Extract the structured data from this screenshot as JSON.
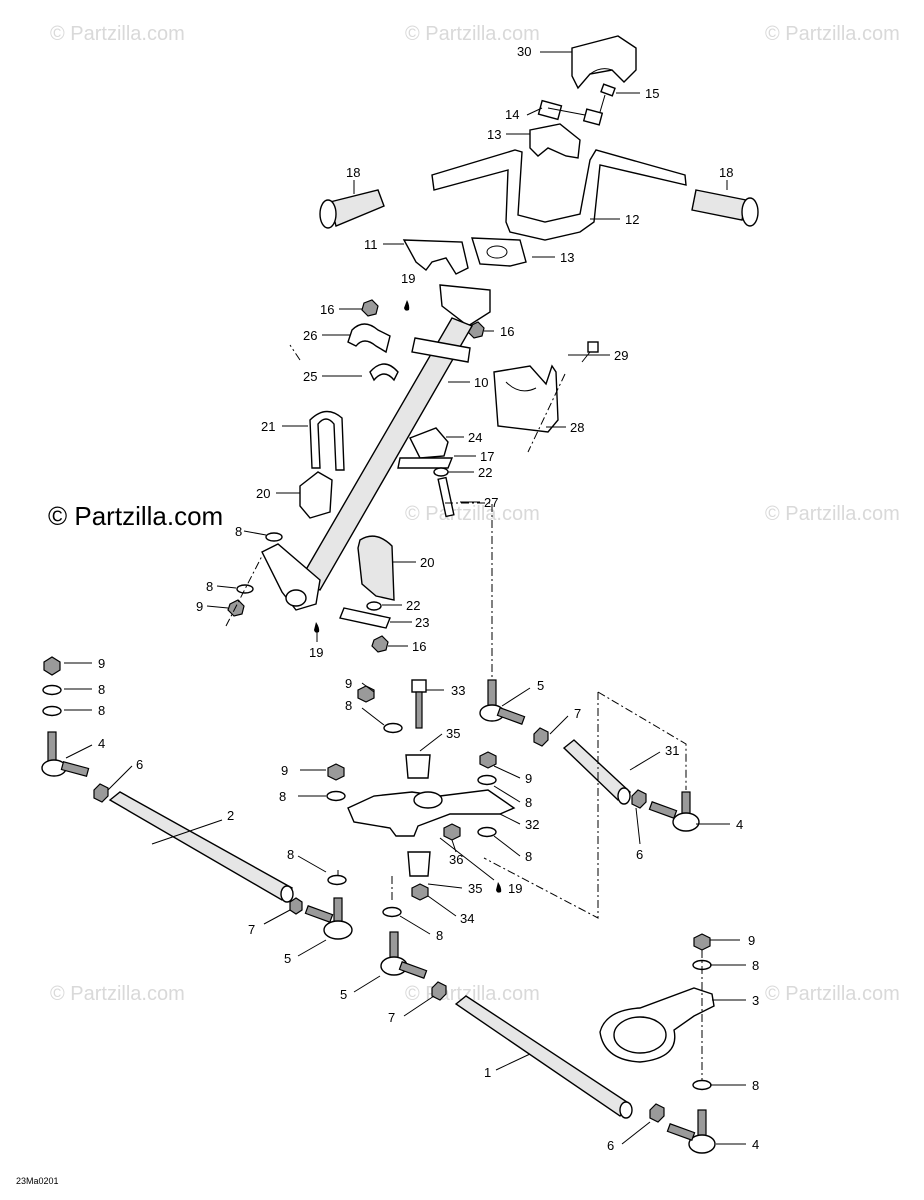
{
  "watermarks": {
    "main": "© Partzilla.com",
    "faint": "© Partzilla.com"
  },
  "diagram_code": "23Ma0201",
  "callouts": {
    "c30": "30",
    "c15": "15",
    "c14": "14",
    "c13a": "13",
    "c18a": "18",
    "c18b": "18",
    "c12": "12",
    "c11": "11",
    "c13b": "13",
    "c19a": "19",
    "c16a": "16",
    "c16b": "16",
    "c26": "26",
    "c29": "29",
    "c25": "25",
    "c10": "10",
    "c28": "28",
    "c21": "21",
    "c24": "24",
    "c17": "17",
    "c22a": "22",
    "c20a": "20",
    "c27": "27",
    "c8a": "8",
    "c20b": "20",
    "c8b": "8",
    "c9a": "9",
    "c22b": "22",
    "c23": "23",
    "c16c": "16",
    "c19b": "19",
    "c9b": "9",
    "c8c": "8",
    "c8d": "8",
    "c4a": "4",
    "c6a": "6",
    "c9c": "9",
    "c33": "33",
    "c5a": "5",
    "c8e": "8",
    "c7a": "7",
    "c35a": "35",
    "c31": "31",
    "c9d": "9",
    "c9e": "9",
    "c8f": "8",
    "c8g": "8",
    "c4b": "4",
    "c32": "32",
    "c6b": "6",
    "c2": "2",
    "c8h": "8",
    "c36": "36",
    "c35b": "35",
    "c19c": "19",
    "c8i": "8",
    "c7b": "7",
    "c34": "34",
    "c5b": "5",
    "c8j": "8",
    "c9f": "9",
    "c8k": "8",
    "c5c": "5",
    "c3": "3",
    "c7c": "7",
    "c1": "1",
    "c8l": "8",
    "c6c": "6",
    "c4c": "4"
  }
}
